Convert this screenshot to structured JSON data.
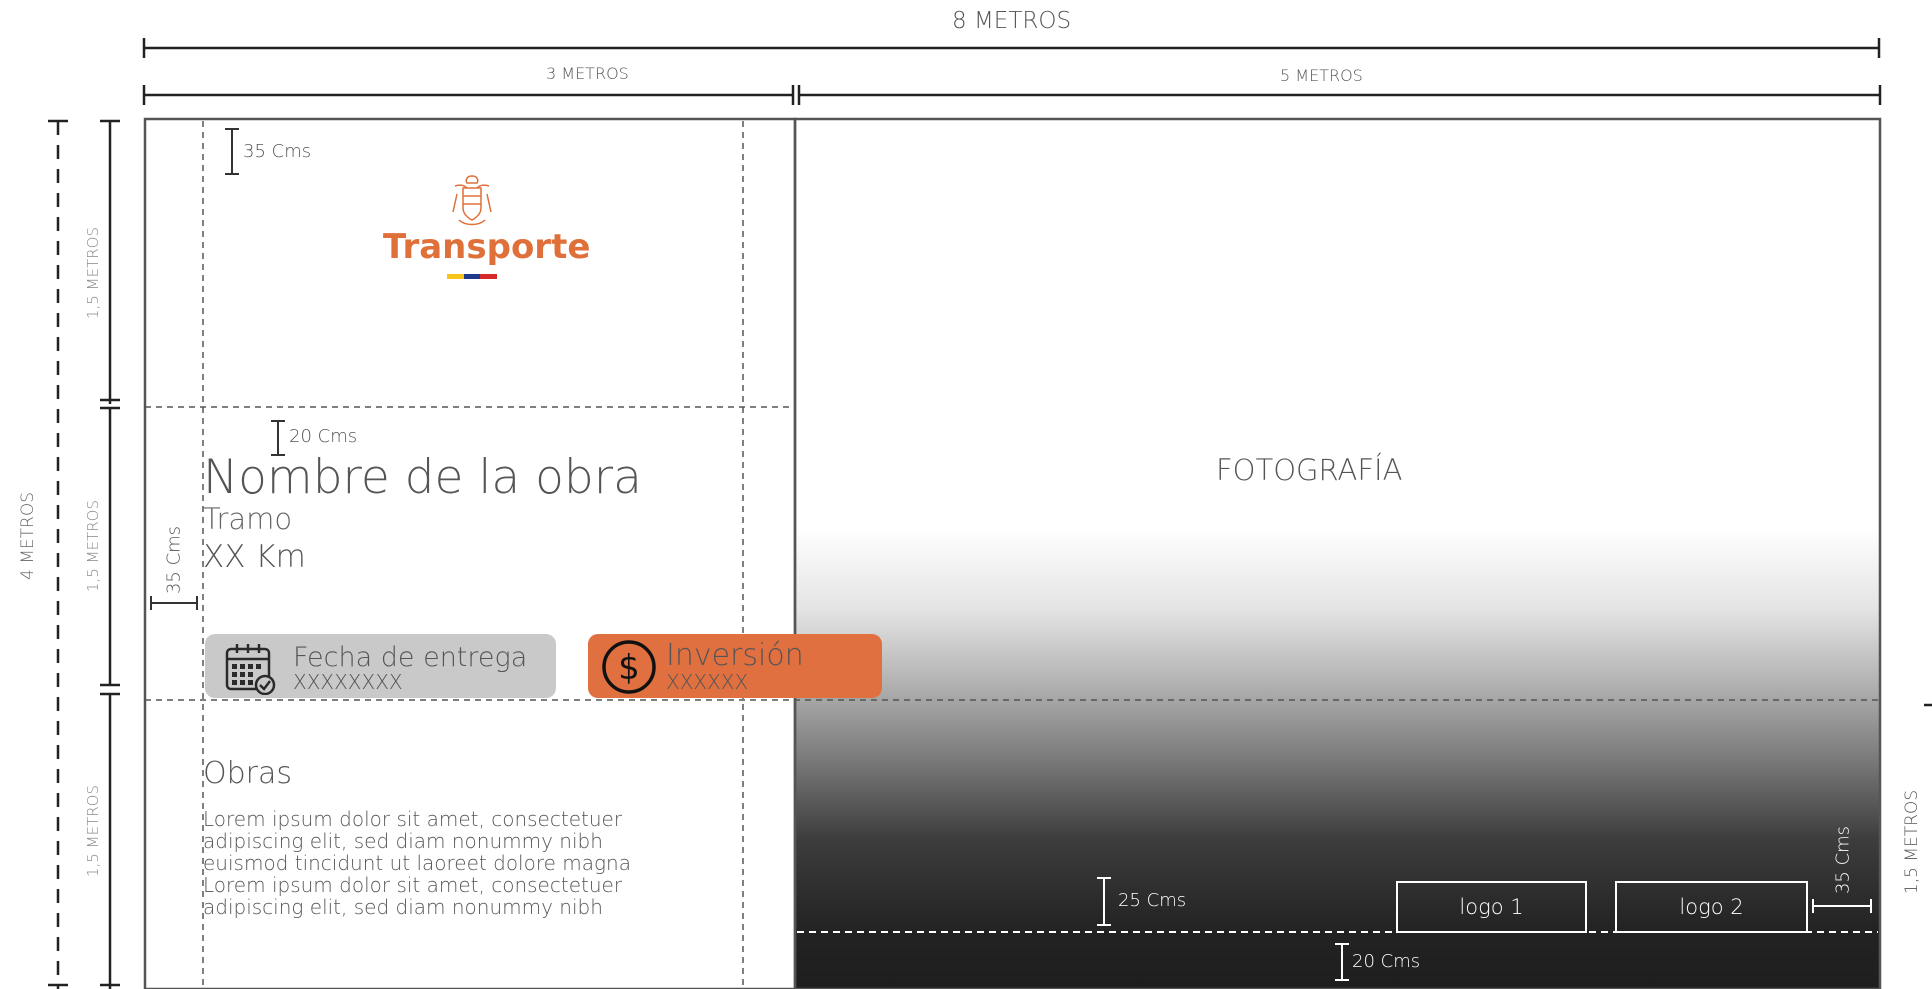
{
  "dimensions": {
    "total_width": "8 METROS",
    "left_width": "3 METROS",
    "right_width": "5 METROS",
    "total_height": "4 METROS",
    "section_1_height": "1,5 METROS",
    "section_2_height": "1,5 METROS",
    "section_3_height": "1,5 METROS",
    "right_section_height": "1,5 METROS"
  },
  "measurements": {
    "top_margin": "35 Cms",
    "title_margin": "20 Cms",
    "left_margin": "35 Cms",
    "logo_bottom": "25 Cms",
    "bottom_band": "20 Cms",
    "right_margin": "35 Cms"
  },
  "brand": {
    "name": "Transporte",
    "emblem_icon": "colombia-coat-of-arms-icon",
    "flag_colors": [
      "#f6c41a",
      "#1f3a8a",
      "#d62a2a"
    ]
  },
  "project": {
    "name": "Nombre de la obra",
    "segment": "Tramo",
    "length": "XX Km"
  },
  "delivery": {
    "title": "Fecha de entrega",
    "value": "XXXXXXXX",
    "icon": "calendar-check-icon"
  },
  "investment": {
    "title": "Inversión",
    "value": "XXXXXX",
    "icon": "dollar-circle-icon"
  },
  "works": {
    "heading": "Obras",
    "lines": [
      "Lorem ipsum dolor sit amet, consectetuer",
      "adipiscing elit, sed diam nonummy nibh",
      "euismod tincidunt ut laoreet dolore magna",
      "Lorem ipsum dolor sit amet, consectetuer",
      "adipiscing elit, sed diam nonummy nibh"
    ]
  },
  "photo": {
    "label": "FOTOGRAFÍA"
  },
  "logos": [
    "logo 1",
    "logo 2"
  ],
  "colors": {
    "accent": "#e07040",
    "pill_gray": "#c9c9c9",
    "line": "#333333",
    "brand_orange": "#e0703a"
  }
}
